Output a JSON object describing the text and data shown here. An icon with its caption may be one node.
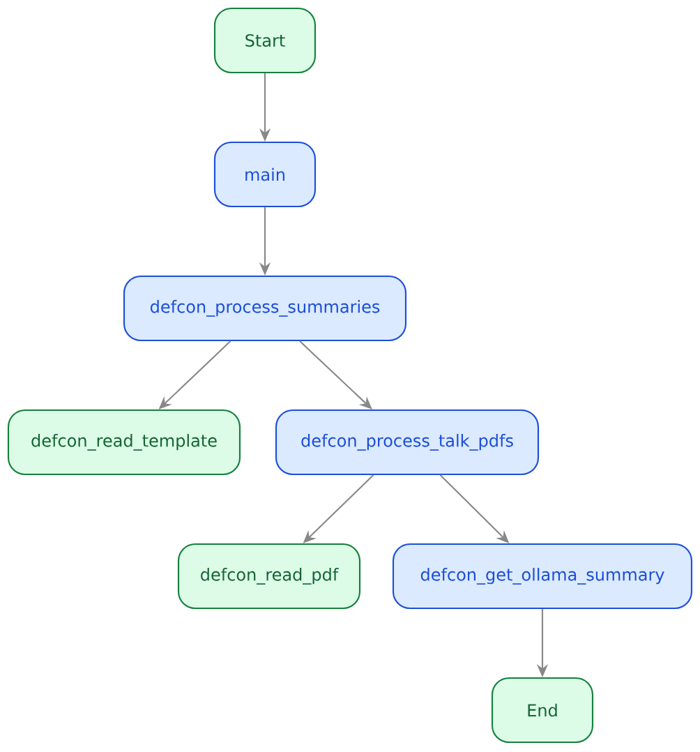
{
  "diagram": {
    "nodes": [
      {
        "text": [
          "Start"
        ]
      },
      {
        "text": [
          "main"
        ]
      },
      {
        "text": [
          "defcon_process_summaries"
        ]
      },
      {
        "text": [
          "defcon_read_template"
        ]
      },
      {
        "text": [
          "defcon_process_talk_pdfs"
        ]
      },
      {
        "text": [
          "defcon_read_pdf"
        ]
      },
      {
        "text": [
          "defcon_get_ollama_summary"
        ]
      },
      {
        "text": [
          "End"
        ]
      }
    ],
    "edges": [
      {
        "from": 0,
        "to": 1,
        "arrow": "to"
      },
      {
        "from": 1,
        "to": 2,
        "arrow": "to"
      },
      {
        "from": 2,
        "to": 3,
        "arrow": "to"
      },
      {
        "from": 2,
        "to": 4,
        "arrow": "to"
      },
      {
        "from": 4,
        "to": 5,
        "arrow": "to"
      },
      {
        "from": 4,
        "to": 6,
        "arrow": "to"
      },
      {
        "from": 6,
        "to": 7,
        "arrow": "to"
      }
    ]
  }
}
